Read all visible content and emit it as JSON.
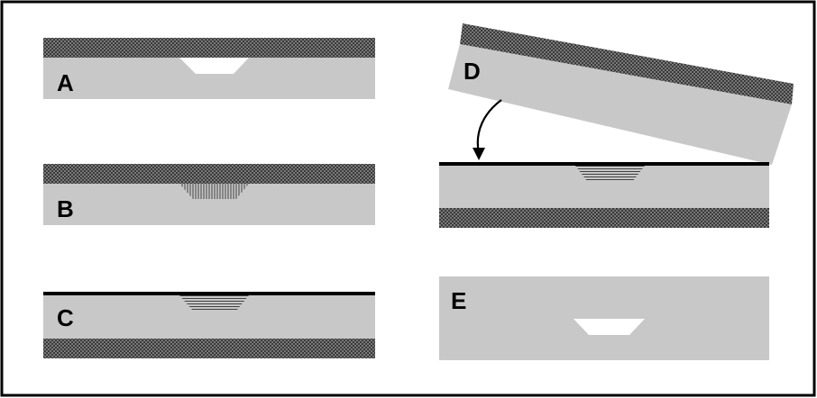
{
  "panels": [
    {
      "id": "A",
      "label": "A"
    },
    {
      "id": "B",
      "label": "B"
    },
    {
      "id": "C",
      "label": "C"
    },
    {
      "id": "D",
      "label": "D"
    },
    {
      "id": "E",
      "label": "E"
    }
  ],
  "colors": {
    "substrate": "#c8c8c8",
    "mask_base": "#7a7a7a",
    "mask_line": "#3a3a3a",
    "border": "#000000",
    "background": "#ffffff"
  }
}
